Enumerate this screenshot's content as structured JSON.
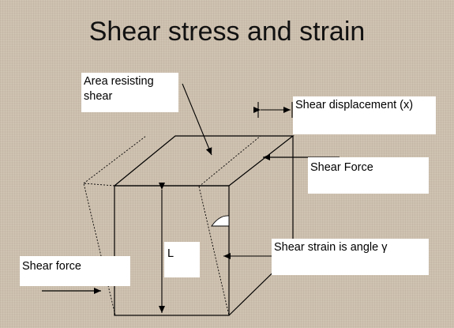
{
  "title": "Shear stress and strain",
  "labels": {
    "area_line1": "Area resisting",
    "area_line2": "shear",
    "shear_displacement": "Shear displacement (x)",
    "shear_force_top": "Shear Force",
    "height": "L",
    "shear_strain": "Shear strain is angle γ",
    "shear_force_left": "Shear force"
  },
  "colors": {
    "background": "#cdbfad",
    "line": "#000000",
    "label_box": "#ffffff"
  }
}
